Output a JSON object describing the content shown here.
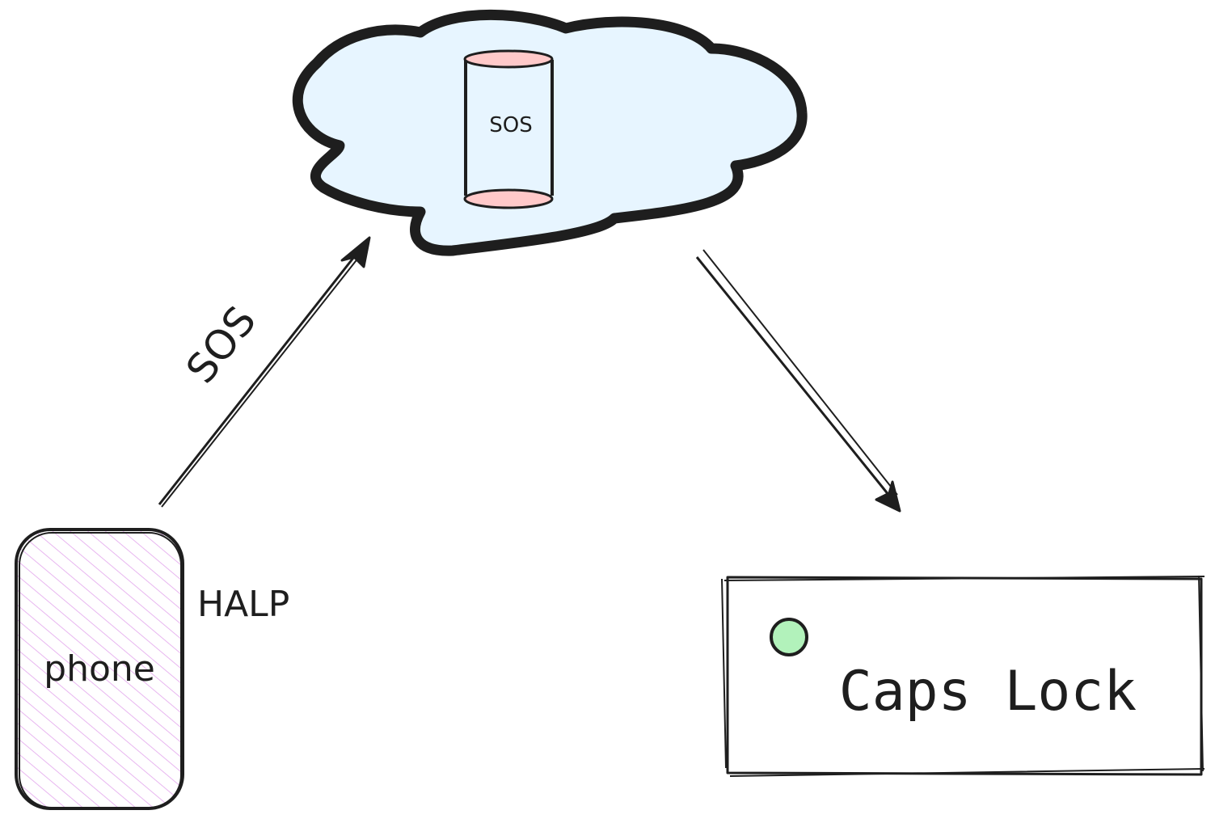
{
  "colors": {
    "stroke": "#1e1e1e",
    "cloud_fill": "#e7f5ff",
    "cylinder_caps_fill": "#ffc9c9",
    "phone_hatch": "#e8b6f0",
    "led_fill": "#b2f2bb",
    "background": "#ffffff"
  },
  "nodes": {
    "cloud": {
      "icon": "cloud-shape",
      "database": {
        "icon": "database-cylinder",
        "label": "SOS"
      }
    },
    "phone": {
      "label": "phone",
      "side_label": "HALP"
    },
    "caps_lock": {
      "label": "Caps Lock",
      "indicator": "led-indicator"
    }
  },
  "edges": [
    {
      "from": "phone",
      "to": "cloud",
      "label": "SOS"
    },
    {
      "from": "cloud",
      "to": "caps_lock",
      "label": ""
    }
  ]
}
